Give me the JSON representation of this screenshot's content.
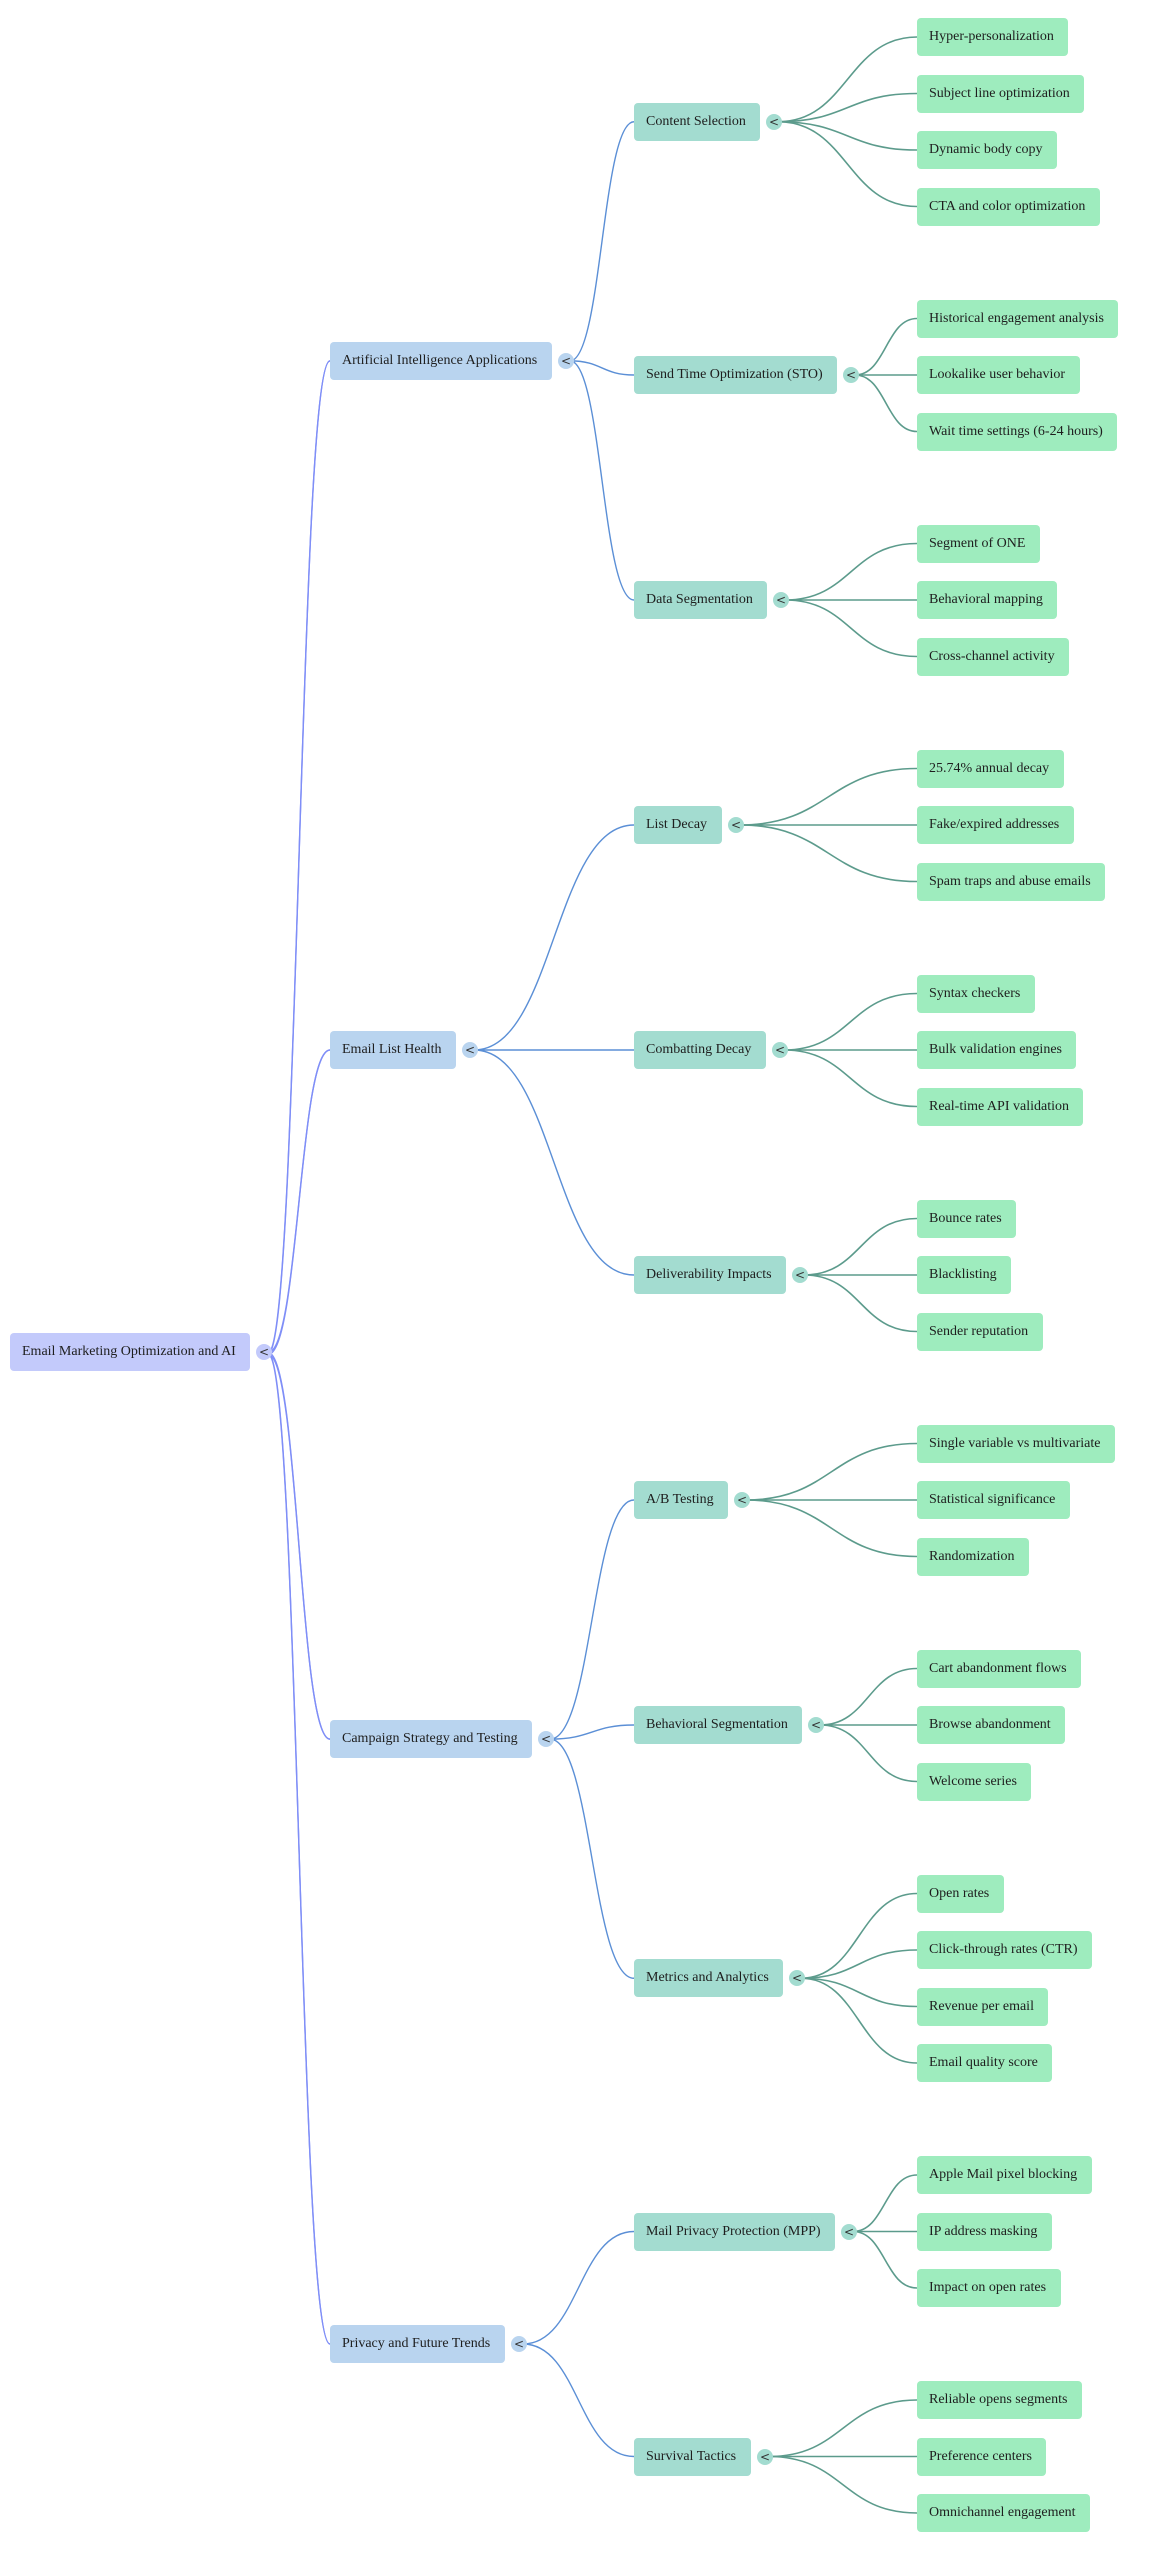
{
  "diagram": {
    "type": "mindmap",
    "toggle_glyph": "<",
    "colors": {
      "root_fill": "#c3cafb",
      "level1_fill": "#b9d4ef",
      "level2_fill": "#a3dcd0",
      "level3_fill": "#9eecbe",
      "root_link": "#7f8ef7",
      "level1_link": "#5b8fd6",
      "level2_link": "#5c9b8c"
    },
    "root": {
      "label": "Email Marketing Optimization and AI",
      "children": [
        {
          "label": "Artificial Intelligence Applications",
          "children": [
            {
              "label": "Content Selection",
              "children": [
                {
                  "label": "Hyper-personalization"
                },
                {
                  "label": "Subject line optimization"
                },
                {
                  "label": "Dynamic body copy"
                },
                {
                  "label": "CTA and color optimization"
                }
              ]
            },
            {
              "label": "Send Time Optimization (STO)",
              "children": [
                {
                  "label": "Historical engagement analysis"
                },
                {
                  "label": "Lookalike user behavior"
                },
                {
                  "label": "Wait time settings (6-24 hours)"
                }
              ]
            },
            {
              "label": "Data Segmentation",
              "children": [
                {
                  "label": "Segment of ONE"
                },
                {
                  "label": "Behavioral mapping"
                },
                {
                  "label": "Cross-channel activity"
                }
              ]
            }
          ]
        },
        {
          "label": "Email List Health",
          "children": [
            {
              "label": "List Decay",
              "children": [
                {
                  "label": "25.74% annual decay"
                },
                {
                  "label": "Fake/expired addresses"
                },
                {
                  "label": "Spam traps and abuse emails"
                }
              ]
            },
            {
              "label": "Combatting Decay",
              "children": [
                {
                  "label": "Syntax checkers"
                },
                {
                  "label": "Bulk validation engines"
                },
                {
                  "label": "Real-time API validation"
                }
              ]
            },
            {
              "label": "Deliverability Impacts",
              "children": [
                {
                  "label": "Bounce rates"
                },
                {
                  "label": "Blacklisting"
                },
                {
                  "label": "Sender reputation"
                }
              ]
            }
          ]
        },
        {
          "label": "Campaign Strategy and Testing",
          "children": [
            {
              "label": "A/B Testing",
              "children": [
                {
                  "label": "Single variable vs multivariate"
                },
                {
                  "label": "Statistical significance"
                },
                {
                  "label": "Randomization"
                }
              ]
            },
            {
              "label": "Behavioral Segmentation",
              "children": [
                {
                  "label": "Cart abandonment flows"
                },
                {
                  "label": "Browse abandonment"
                },
                {
                  "label": "Welcome series"
                }
              ]
            },
            {
              "label": "Metrics and Analytics",
              "children": [
                {
                  "label": "Open rates"
                },
                {
                  "label": "Click-through rates (CTR)"
                },
                {
                  "label": "Revenue per email"
                },
                {
                  "label": "Email quality score"
                }
              ]
            }
          ]
        },
        {
          "label": "Privacy and Future Trends",
          "children": [
            {
              "label": "Mail Privacy Protection (MPP)",
              "children": [
                {
                  "label": "Apple Mail pixel blocking"
                },
                {
                  "label": "IP address masking"
                },
                {
                  "label": "Impact on open rates"
                }
              ]
            },
            {
              "label": "Survival Tactics",
              "children": [
                {
                  "label": "Reliable opens segments"
                },
                {
                  "label": "Preference centers"
                },
                {
                  "label": "Omnichannel engagement"
                }
              ]
            }
          ]
        }
      ]
    }
  }
}
